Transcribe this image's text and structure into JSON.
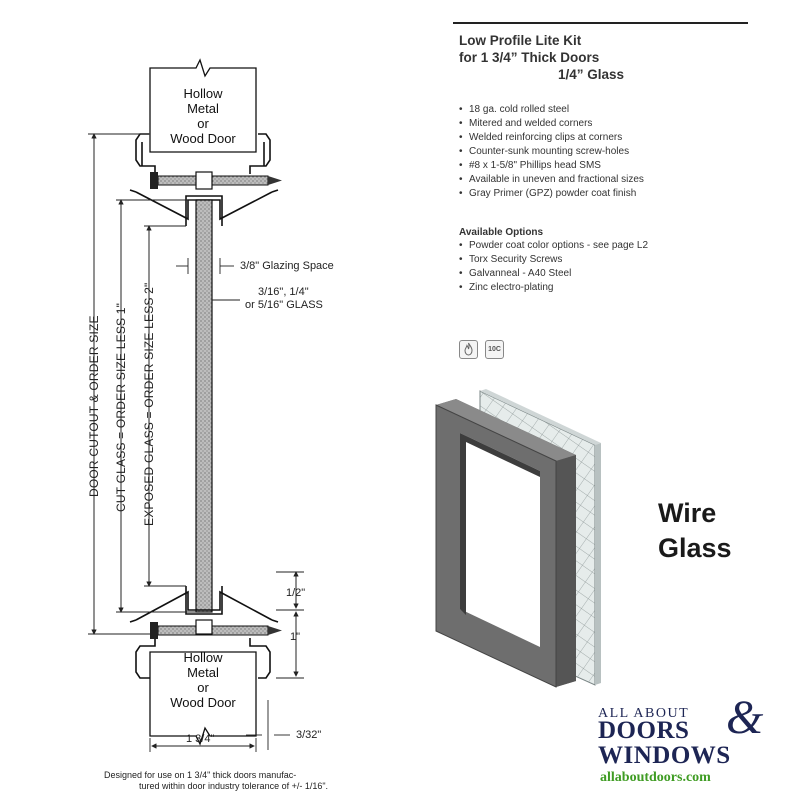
{
  "drawing": {
    "door_top": [
      "Hollow",
      "Metal",
      "or",
      "Wood Door"
    ],
    "door_bottom": [
      "Hollow",
      "Metal",
      "or",
      "Wood Door"
    ],
    "glazing_space": "3/8\" Glazing Space",
    "glass_thickness_1": "3/16\", 1/4\"",
    "glass_thickness_2": "or 5/16\" GLASS",
    "dim_door_cutout": "DOOR CUTOUT & ORDER SIZE",
    "dim_cut_glass": "CUT GLASS = ORDER SIZE LESS 1\"",
    "dim_exposed_glass": "EXPOSED GLASS = ORDER SIZE LESS 2\"",
    "dim_half_inch": "1/2\"",
    "dim_one_inch": "1\"",
    "dim_door_thickness": "1 3/4\"",
    "dim_offset": "3/32\"",
    "note_line1": "Designed for use on 1 3/4\" thick doors manufac-",
    "note_line2": "tured within door industry tolerance of +/- 1/16\"."
  },
  "spec": {
    "title_line1": "Low Profile Lite Kit",
    "title_line2": "for 1 3/4” Thick Doors",
    "title_line3": "1/4”  Glass",
    "features": [
      "18 ga. cold rolled steel",
      "Mitered and welded corners",
      "Welded reinforcing clips at corners",
      "Counter-sunk mounting screw-holes",
      "#8 x 1-5/8\" Phillips head SMS",
      "Available in uneven and fractional sizes",
      "Gray Primer (GPZ) powder coat finish"
    ],
    "options_title": "Available Options",
    "options": [
      "Powder coat color options - see page L2",
      "Torx Security Screws",
      "Galvanneal - A40 Steel",
      "Zinc electro-plating"
    ],
    "cert_icon_2": "10C"
  },
  "product": {
    "label_line1": "Wire",
    "label_line2": "Glass",
    "frame_color": "#6e6e6e"
  },
  "brand": {
    "line1": "ALL ABOUT",
    "amp": "&",
    "line2": "DOORS",
    "line3": "WINDOWS",
    "url": "allaboutdoors.com",
    "color": "#1d2554",
    "url_color": "#3f9c23"
  }
}
